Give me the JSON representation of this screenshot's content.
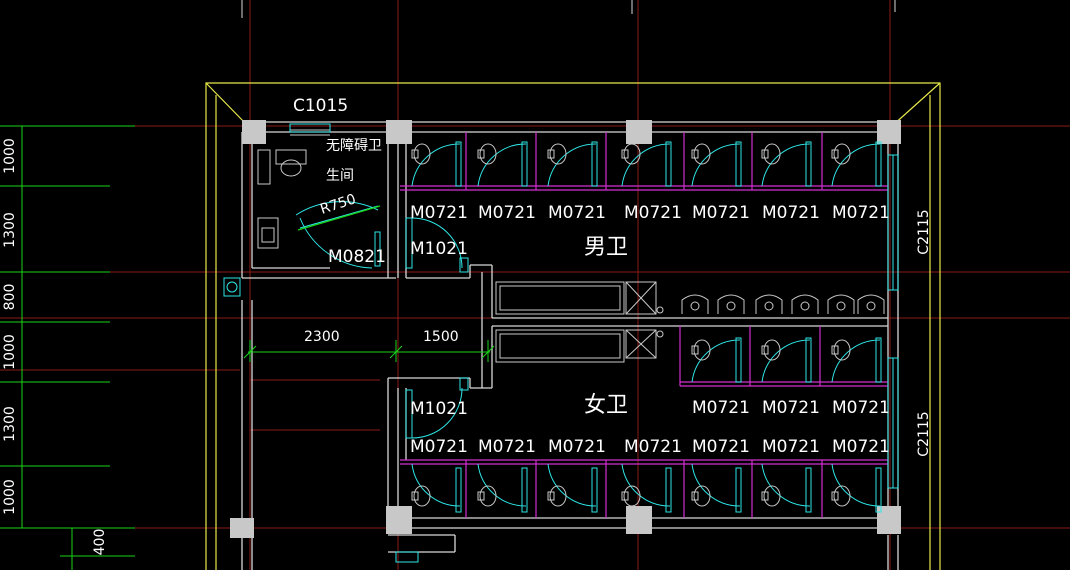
{
  "colors": {
    "background": "#000000",
    "wall": "#d8d8d8",
    "yellow_outline": "#e8e84a",
    "grid_red": "#8b1a1a",
    "dimension_green": "#19d419",
    "door_cyan": "#2ee6e6",
    "partition_magenta": "#d22fd2",
    "column_fill": "#c8c8c8"
  },
  "labels": {
    "window_top": "C1015",
    "accessible_room_line1": "无障碍卫",
    "accessible_room_line2": "生间",
    "radius": "R750",
    "accessible_door": "M0821",
    "mens_door": "M1021",
    "womens_door": "M1021",
    "mens_room": "男卫",
    "womens_room": "女卫",
    "window_right_top": "C2115",
    "window_right_bottom": "C2115",
    "dim_2300": "2300",
    "dim_1500": "1500",
    "dim_400": "400"
  },
  "stall_labels_mens": [
    "M0721",
    "M0721",
    "M0721",
    "M0721",
    "M0721",
    "M0721",
    "M0721"
  ],
  "stall_labels_womens_top": [
    "M0721",
    "M0721",
    "M0721"
  ],
  "stall_labels_womens_bottom": [
    "M0721",
    "M0721",
    "M0721",
    "M0721",
    "M0721",
    "M0721",
    "M0721"
  ],
  "left_dimensions": [
    "1000",
    "1300",
    "800",
    "1000",
    "1300",
    "1000"
  ]
}
